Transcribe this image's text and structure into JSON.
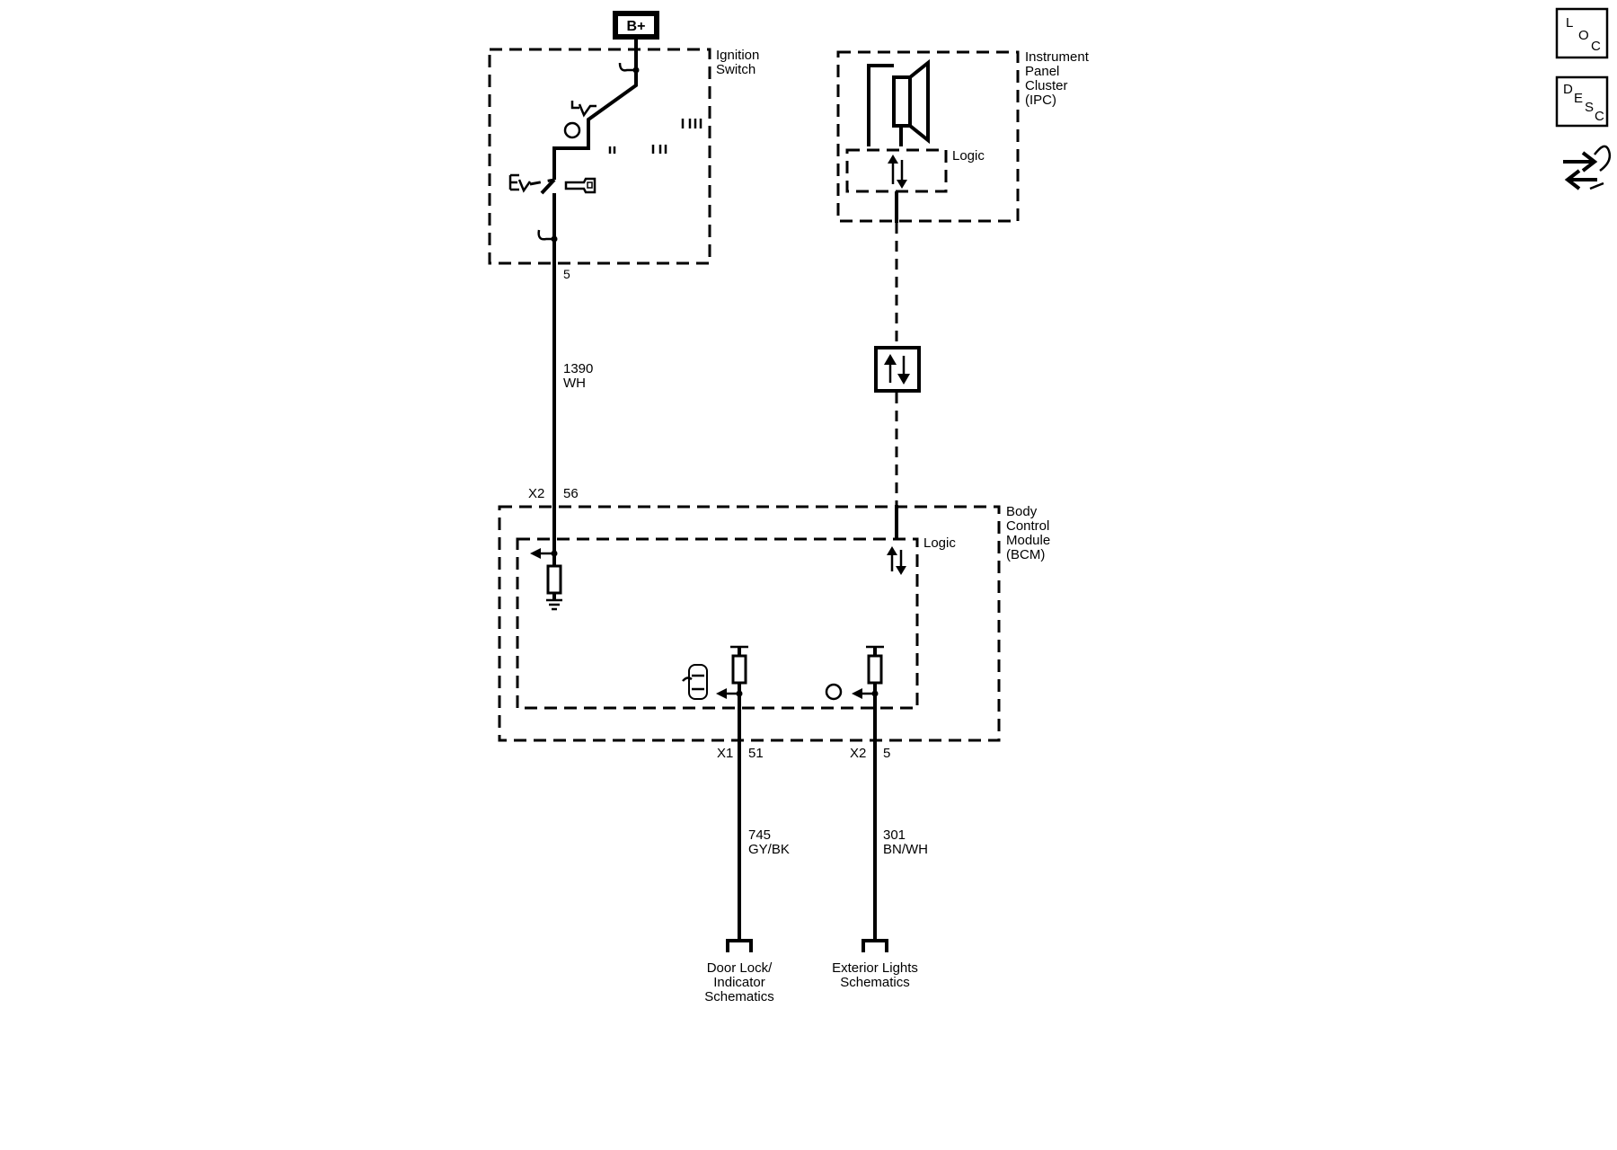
{
  "power": {
    "label": "B+"
  },
  "ignition_switch": {
    "label_line1": "Ignition",
    "label_line2": "Switch",
    "terminal": "5"
  },
  "wire_ignition": {
    "number": "1390",
    "color": "WH"
  },
  "bcm_connector_ign": {
    "connector": "X2",
    "pin": "56"
  },
  "ipc": {
    "label_line1": "Instrument",
    "label_line2": "Panel",
    "label_line3": "Cluster",
    "label_line4": "(IPC)",
    "logic": "Logic"
  },
  "bcm": {
    "label_line1": "Body",
    "label_line2": "Control",
    "label_line3": "Module",
    "label_line4": "(BCM)",
    "logic": "Logic"
  },
  "door_lock_output": {
    "connector": "X1",
    "pin": "51",
    "wire_number": "745",
    "wire_color": "GY/BK"
  },
  "exterior_lights_output": {
    "connector": "X2",
    "pin": "5",
    "wire_number": "301",
    "wire_color": "BN/WH"
  },
  "references": {
    "door_lock_line1": "Door Lock/",
    "door_lock_line2": "Indicator",
    "door_lock_line3": "Schematics",
    "exterior_line1": "Exterior Lights",
    "exterior_line2": "Schematics"
  },
  "sidebar": {
    "loc": {
      "l": "L",
      "o": "O",
      "c": "C"
    },
    "desc": {
      "d": "D",
      "e": "E",
      "s": "S",
      "c": "C"
    },
    "icon": "connector-tool-icon"
  }
}
